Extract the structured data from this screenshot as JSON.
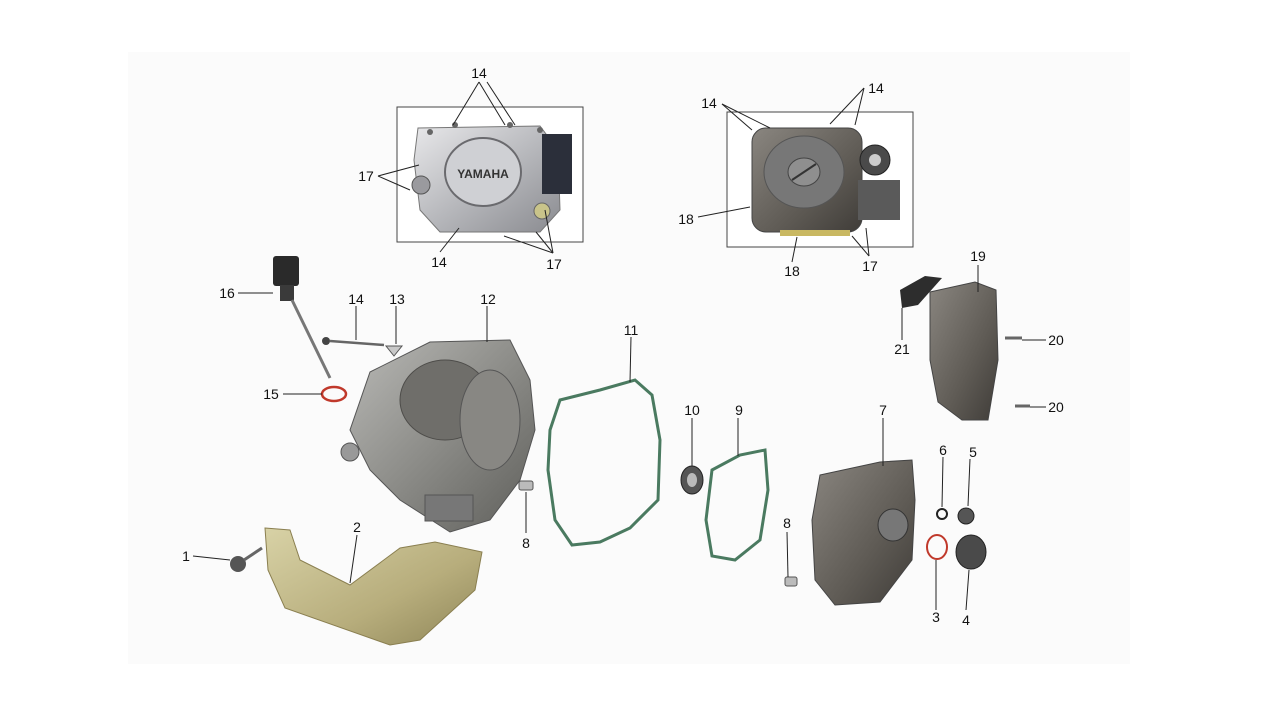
{
  "diagram": {
    "brand_text": "YAMAHA",
    "callouts": [
      {
        "id": "c1",
        "text": "1"
      },
      {
        "id": "c2",
        "text": "2"
      },
      {
        "id": "c3",
        "text": "3"
      },
      {
        "id": "c4",
        "text": "4"
      },
      {
        "id": "c5",
        "text": "5"
      },
      {
        "id": "c6",
        "text": "6"
      },
      {
        "id": "c7",
        "text": "7"
      },
      {
        "id": "c8a",
        "text": "8"
      },
      {
        "id": "c8b",
        "text": "8"
      },
      {
        "id": "c9",
        "text": "9"
      },
      {
        "id": "c10",
        "text": "10"
      },
      {
        "id": "c11",
        "text": "11"
      },
      {
        "id": "c12",
        "text": "12"
      },
      {
        "id": "c13",
        "text": "13"
      },
      {
        "id": "c14a",
        "text": "14"
      },
      {
        "id": "c14b",
        "text": "14"
      },
      {
        "id": "c14c",
        "text": "14"
      },
      {
        "id": "c14d",
        "text": "14"
      },
      {
        "id": "c14e",
        "text": "14"
      },
      {
        "id": "c15",
        "text": "15"
      },
      {
        "id": "c16",
        "text": "16"
      },
      {
        "id": "c17a",
        "text": "17"
      },
      {
        "id": "c17b",
        "text": "17"
      },
      {
        "id": "c17c",
        "text": "17"
      },
      {
        "id": "c18a",
        "text": "18"
      },
      {
        "id": "c18b",
        "text": "18"
      },
      {
        "id": "c19",
        "text": "19"
      },
      {
        "id": "c20a",
        "text": "20"
      },
      {
        "id": "c20b",
        "text": "20"
      },
      {
        "id": "c21",
        "text": "21"
      }
    ]
  }
}
